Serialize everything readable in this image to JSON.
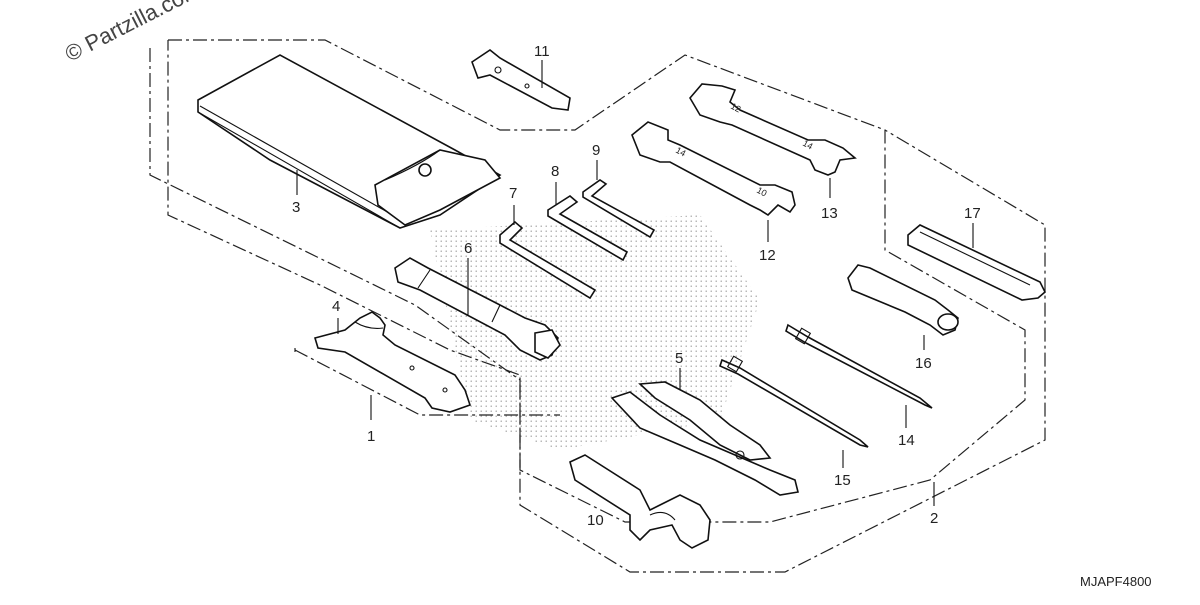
{
  "watermark": "© Partzilla.com",
  "diagram_code": "MJAPF4800",
  "parts": [
    {
      "id": "1",
      "label": "1"
    },
    {
      "id": "2",
      "label": "2"
    },
    {
      "id": "3",
      "label": "3"
    },
    {
      "id": "4",
      "label": "4"
    },
    {
      "id": "5",
      "label": "5"
    },
    {
      "id": "6",
      "label": "6"
    },
    {
      "id": "7",
      "label": "7"
    },
    {
      "id": "8",
      "label": "8"
    },
    {
      "id": "9",
      "label": "9"
    },
    {
      "id": "10",
      "label": "10"
    },
    {
      "id": "11",
      "label": "11"
    },
    {
      "id": "12",
      "label": "12"
    },
    {
      "id": "13",
      "label": "13"
    },
    {
      "id": "14",
      "label": "14"
    },
    {
      "id": "15",
      "label": "15"
    },
    {
      "id": "16",
      "label": "16"
    },
    {
      "id": "17",
      "label": "17"
    }
  ],
  "wrench_markings": {
    "part_12": [
      "14",
      "10"
    ],
    "part_13": [
      "12",
      "14"
    ]
  }
}
